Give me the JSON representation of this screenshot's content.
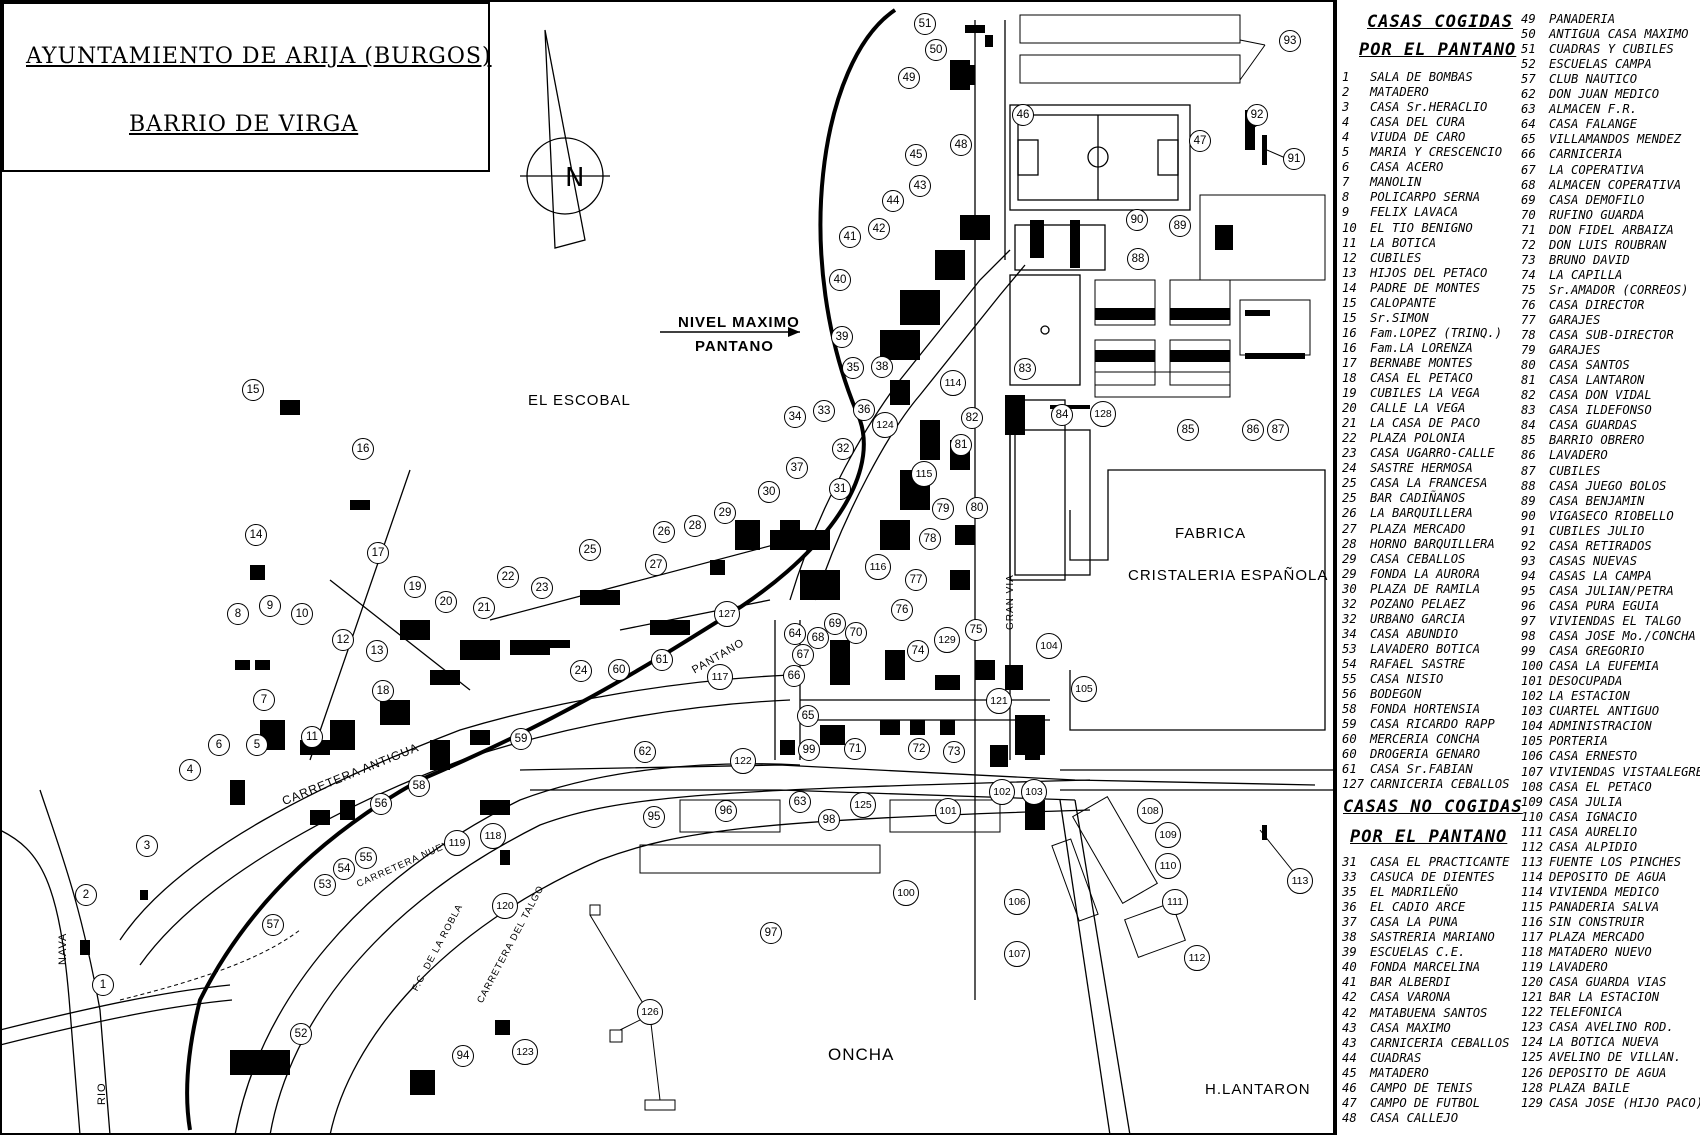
{
  "title": {
    "line1": "AYUNTAMIENTO DE  ARIJA (BURGOS)",
    "line2": "BARRIO DE VIRGA"
  },
  "map_labels": {
    "nivel_1": "NIVEL MAXIMO",
    "nivel_2": "PANTANO",
    "escobal": "EL ESCOBAL",
    "fabrica_1": "FABRICA",
    "fabrica_2": "CRISTALERIA ESPAÑOLA",
    "ancha": "ONCHA",
    "lantaron": "H.LANTARON",
    "carretera_antigua": "CARRETERA ANTIGUA",
    "carretera_nueva": "CARRETERA NUEVA",
    "fc_robla": "F.C. DE LA ROBLA",
    "carretera_talgo": "CARRETERA DEL TALGO",
    "pantano": "PANTANO",
    "gran_via": "GRAN VIA",
    "nava": "NAVA",
    "rio": "RIO",
    "compass_n": "N"
  },
  "legend": {
    "cogidas_title_1": "CASAS COGIDAS",
    "cogidas_title_2": "POR EL PANTANO",
    "no_cogidas_title_1": "CASAS NO COGIDAS",
    "no_cogidas_title_2": "POR EL PANTANO",
    "cogidas": [
      [
        "1",
        "SALA DE BOMBAS"
      ],
      [
        "2",
        "MATADERO"
      ],
      [
        "3",
        "CASA Sr.HERACLIO"
      ],
      [
        "4",
        "CASA DEL CURA"
      ],
      [
        "4",
        "VIUDA DE CARO"
      ],
      [
        "5",
        "MARIA Y CRESCENCIO"
      ],
      [
        "6",
        "CASA ACERO"
      ],
      [
        "7",
        "MANOLIN"
      ],
      [
        "8",
        "POLICARPO SERNA"
      ],
      [
        "9",
        "FELIX LAVACA"
      ],
      [
        "10",
        "EL TIO BENIGNO"
      ],
      [
        "11",
        "LA BOTICA"
      ],
      [
        "12",
        "CUBILES"
      ],
      [
        "13",
        "HIJOS DEL PETACO"
      ],
      [
        "14",
        "PADRE DE MONTES"
      ],
      [
        "15",
        "CALOPANTE"
      ],
      [
        "15",
        "Sr.SIMON"
      ],
      [
        "16",
        "Fam.LOPEZ (TRINQ.)"
      ],
      [
        "16",
        "Fam.LA LORENZA"
      ],
      [
        "17",
        "BERNABE MONTES"
      ],
      [
        "18",
        "CASA EL PETACO"
      ],
      [
        "19",
        "CUBILES LA VEGA"
      ],
      [
        "20",
        "CALLE LA VEGA"
      ],
      [
        "21",
        "LA CASA DE PACO"
      ],
      [
        "22",
        "PLAZA POLONIA"
      ],
      [
        "23",
        "CASA UGARRO-CALLE"
      ],
      [
        "24",
        "SASTRE HERMOSA"
      ],
      [
        "25",
        "CASA LA FRANCESA"
      ],
      [
        "25",
        "BAR CADIÑANOS"
      ],
      [
        "26",
        "LA BARQUILLERA"
      ],
      [
        "27",
        "PLAZA MERCADO"
      ],
      [
        "28",
        "HORNO BARQUILLERA"
      ],
      [
        "29",
        "CASA CEBALLOS"
      ],
      [
        "29",
        "FONDA LA AURORA"
      ],
      [
        "30",
        "PLAZA DE RAMILA"
      ],
      [
        "32",
        "POZANO PELAEZ"
      ],
      [
        "32",
        "URBANO GARCIA"
      ],
      [
        "34",
        "CASA ABUNDIO"
      ],
      [
        "53",
        "LAVADERO BOTICA"
      ],
      [
        "54",
        "RAFAEL SASTRE"
      ],
      [
        "55",
        "CASA NISIO"
      ],
      [
        "56",
        "BODEGON"
      ],
      [
        "58",
        "FONDA HORTENSIA"
      ],
      [
        "59",
        "CASA RICARDO RAPP"
      ],
      [
        "60",
        "MERCERIA CONCHA"
      ],
      [
        "60",
        "DROGERIA GENARO"
      ],
      [
        "61",
        "CASA Sr.FABIAN"
      ],
      [
        "127",
        "CARNICERIA CEBALLOS"
      ]
    ],
    "no_cogidas": [
      [
        "31",
        "CASA EL PRACTICANTE"
      ],
      [
        "33",
        "CASUCA DE DIENTES"
      ],
      [
        "35",
        "EL MADRILEÑO"
      ],
      [
        "36",
        "EL CADIO ARCE"
      ],
      [
        "37",
        "CASA LA PUNA"
      ],
      [
        "38",
        "SASTRERIA MARIANO"
      ],
      [
        "39",
        "ESCUELAS C.E."
      ],
      [
        "40",
        "FONDA MARCELINA"
      ],
      [
        "41",
        "BAR ALBERDI"
      ],
      [
        "42",
        "CASA VARONA"
      ],
      [
        "42",
        "MATABUENA SANTOS"
      ],
      [
        "43",
        "CASA MAXIMO"
      ],
      [
        "43",
        "CARNICERIA CEBALLOS"
      ],
      [
        "44",
        "CUADRAS"
      ],
      [
        "45",
        "MATADERO"
      ],
      [
        "46",
        "CAMPO DE TENIS"
      ],
      [
        "47",
        "CAMPO DE FUTBOL"
      ],
      [
        "48",
        "CASA CALLEJO"
      ]
    ],
    "col2": [
      [
        "49",
        "PANADERIA"
      ],
      [
        "50",
        "ANTIGUA CASA MAXIMO"
      ],
      [
        "51",
        "CUADRAS Y CUBILES"
      ],
      [
        "52",
        "ESCUELAS CAMPA"
      ],
      [
        "57",
        "CLUB NAUTICO"
      ],
      [
        "62",
        "DON JUAN MEDICO"
      ],
      [
        "63",
        "ALMACEN F.R."
      ],
      [
        "64",
        "CASA FALANGE"
      ],
      [
        "65",
        "VILLAMANDOS MENDEZ"
      ],
      [
        "66",
        "CARNICERIA"
      ],
      [
        "67",
        "LA COPERATIVA"
      ],
      [
        "68",
        "ALMACEN COPERATIVA"
      ],
      [
        "69",
        "CASA DEMOFILO"
      ],
      [
        "70",
        "RUFINO GUARDA"
      ],
      [
        "71",
        "DON FIDEL ARBAIZA"
      ],
      [
        "72",
        "DON LUIS ROUBRAN"
      ],
      [
        "73",
        "BRUNO DAVID"
      ],
      [
        "74",
        "LA CAPILLA"
      ],
      [
        "75",
        "Sr.AMADOR (CORREOS)"
      ],
      [
        "76",
        "CASA DIRECTOR"
      ],
      [
        "77",
        "GARAJES"
      ],
      [
        "78",
        "CASA SUB-DIRECTOR"
      ],
      [
        "79",
        "GARAJES"
      ],
      [
        "80",
        "CASA SANTOS"
      ],
      [
        "81",
        "CASA LANTARON"
      ],
      [
        "82",
        "CASA DON VIDAL"
      ],
      [
        "83",
        "CASA ILDEFONSO"
      ],
      [
        "84",
        "CASA GUARDAS"
      ],
      [
        "85",
        "BARRIO OBRERO"
      ],
      [
        "86",
        "LAVADERO"
      ],
      [
        "87",
        "CUBILES"
      ],
      [
        "88",
        "CASA JUEGO BOLOS"
      ],
      [
        "89",
        "CASA BENJAMIN"
      ],
      [
        "90",
        "VIGASECO RIOBELLO"
      ],
      [
        "91",
        "CUBILES JULIO"
      ],
      [
        "92",
        "CASA RETIRADOS"
      ],
      [
        "93",
        "CASAS NUEVAS"
      ],
      [
        "94",
        "CASAS LA CAMPA"
      ],
      [
        "95",
        "CASA JULIAN/PETRA"
      ],
      [
        "96",
        "CASA PURA EGUIA"
      ],
      [
        "97",
        "VIVIENDAS EL TALGO"
      ],
      [
        "98",
        "CASA JOSE Mo./CONCHA"
      ],
      [
        "99",
        "CASA GREGORIO"
      ],
      [
        "100",
        "CASA LA EUFEMIA"
      ],
      [
        "101",
        "DESOCUPADA"
      ],
      [
        "102",
        "LA ESTACION"
      ],
      [
        "103",
        "CUARTEL ANTIGUO"
      ],
      [
        "104",
        "ADMINISTRACION"
      ],
      [
        "105",
        "PORTERIA"
      ],
      [
        "106",
        "CASA ERNESTO"
      ],
      [
        "107",
        "VIVIENDAS VISTAALEGRE"
      ],
      [
        "108",
        "CASA EL PETACO"
      ],
      [
        "109",
        "CASA JULIA"
      ],
      [
        "110",
        "CASA IGNACIO"
      ],
      [
        "111",
        "CASA AURELIO"
      ],
      [
        "112",
        "CASA ALPIDIO"
      ],
      [
        "113",
        "FUENTE LOS PINCHES"
      ],
      [
        "114",
        "DEPOSITO DE AGUA"
      ],
      [
        "114",
        "VIVIENDA MEDICO"
      ],
      [
        "115",
        "PANADERIA SALVA"
      ],
      [
        "116",
        "SIN CONSTRUIR"
      ],
      [
        "117",
        "PLAZA MERCADO"
      ],
      [
        "118",
        "MATADERO NUEVO"
      ],
      [
        "119",
        "LAVADERO"
      ],
      [
        "120",
        "CASA GUARDA VIAS"
      ],
      [
        "121",
        "BAR LA ESTACION"
      ],
      [
        "122",
        "TELEFONICA"
      ],
      [
        "123",
        "CASA AVELINO ROD."
      ],
      [
        "124",
        "LA BOTICA NUEVA"
      ],
      [
        "125",
        "AVELINO DE VILLAN."
      ],
      [
        "126",
        "DEPOSITO DE AGUA"
      ],
      [
        "128",
        "PLAZA BAILE"
      ],
      [
        "129",
        "CASA JOSE (HIJO PACO)"
      ]
    ]
  },
  "markers": [
    "1",
    "2",
    "3",
    "4",
    "5",
    "6",
    "7",
    "8",
    "9",
    "10",
    "11",
    "12",
    "13",
    "14",
    "15",
    "16",
    "17",
    "18",
    "19",
    "20",
    "21",
    "22",
    "23",
    "24",
    "25",
    "26",
    "27",
    "28",
    "29",
    "30",
    "31",
    "32",
    "33",
    "34",
    "35",
    "36",
    "37",
    "38",
    "39",
    "40",
    "41",
    "42",
    "43",
    "44",
    "45",
    "46",
    "47",
    "48",
    "49",
    "50",
    "51",
    "52",
    "53",
    "54",
    "55",
    "56",
    "57",
    "58",
    "59",
    "60",
    "61",
    "62",
    "63",
    "64",
    "65",
    "66",
    "67",
    "68",
    "69",
    "70",
    "71",
    "72",
    "73",
    "74",
    "75",
    "76",
    "77",
    "78",
    "79",
    "80",
    "81",
    "82",
    "83",
    "84",
    "85",
    "86",
    "87",
    "88",
    "89",
    "90",
    "91",
    "92",
    "93",
    "94",
    "95",
    "96",
    "97",
    "98",
    "99",
    "100",
    "101",
    "102",
    "103",
    "104",
    "105",
    "106",
    "107",
    "108",
    "109",
    "110",
    "111",
    "112",
    "113",
    "114",
    "115",
    "116",
    "117",
    "118",
    "119",
    "120",
    "121",
    "122",
    "123",
    "124",
    "125",
    "126",
    "127",
    "128",
    "129"
  ]
}
